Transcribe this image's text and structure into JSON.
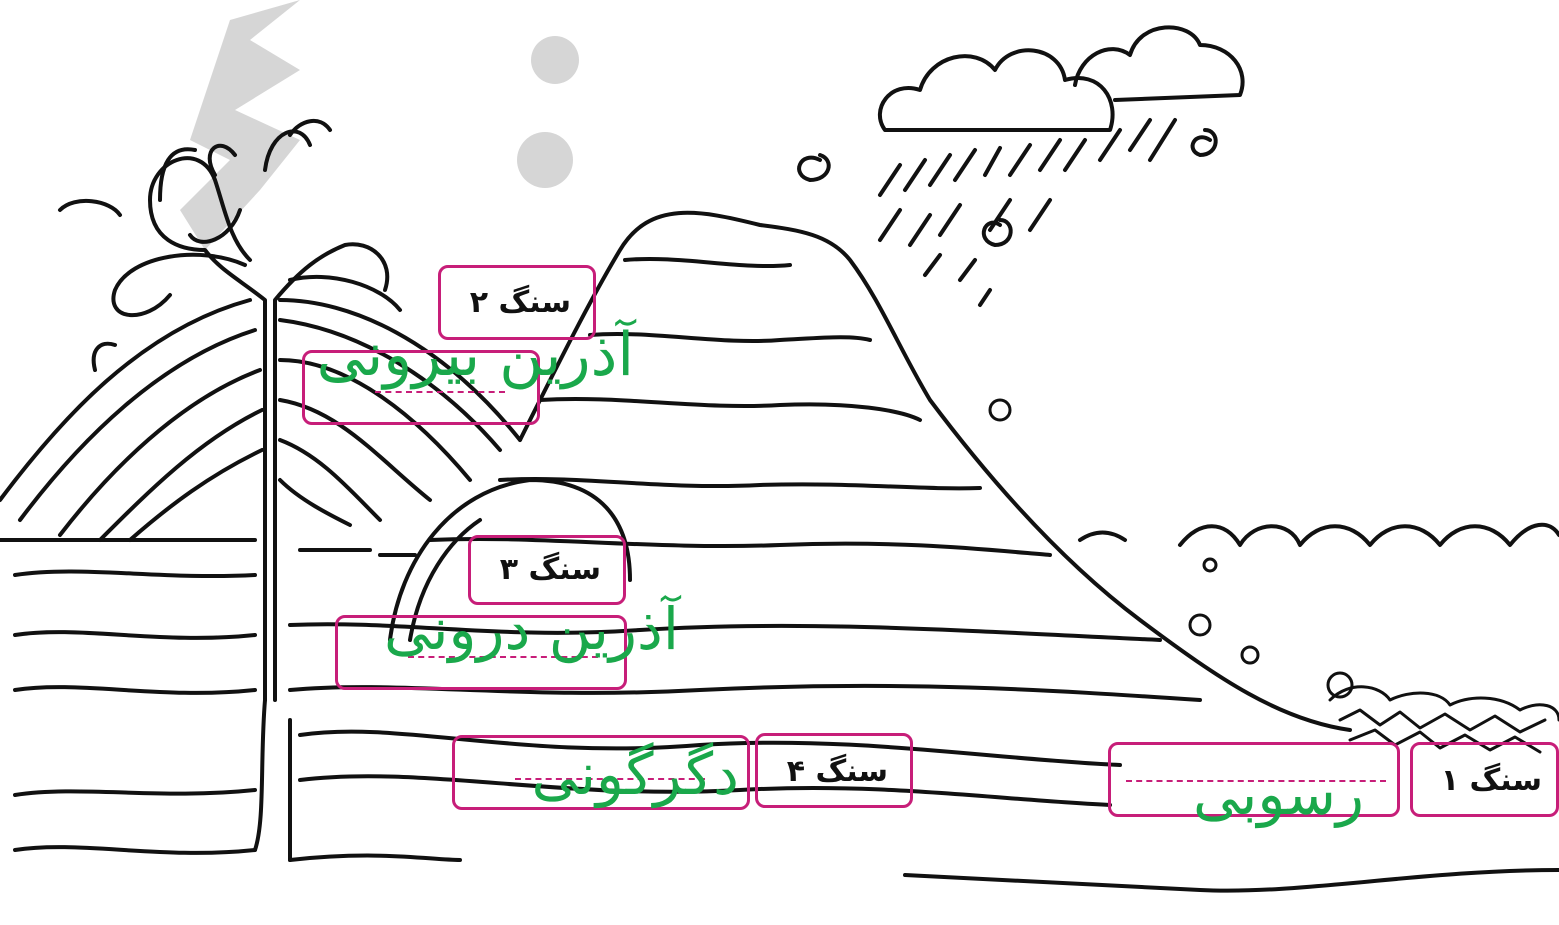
{
  "labels": {
    "rock1": "سنگ ۱",
    "rock2": "سنگ ۲",
    "rock3": "سنگ ۳",
    "rock4": "سنگ ۴"
  },
  "answers": {
    "rock1": "رسوبی",
    "rock2": "آذرین بیرونی",
    "rock3": "آذرین درونی",
    "rock4": "دگرگونی"
  },
  "colors": {
    "box_border": "#c71e79",
    "answer_text": "#1aa84b",
    "watermark": "#d6d6d6"
  }
}
